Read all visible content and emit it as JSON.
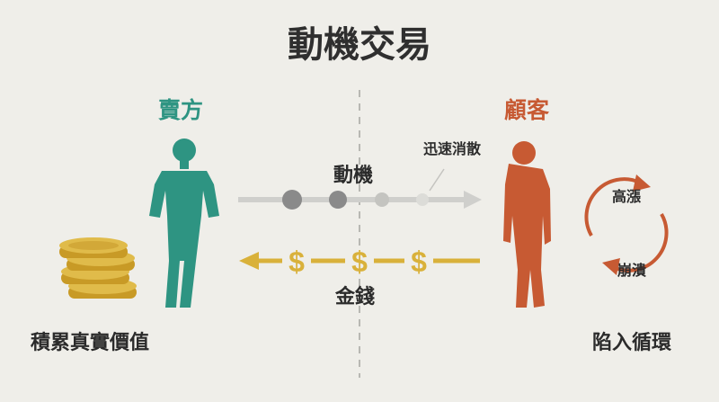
{
  "title": "動機交易",
  "seller": {
    "label": "賣方"
  },
  "customer": {
    "label": "顧客"
  },
  "flows": {
    "motive_label": "動機",
    "dissipate_label": "迅速消散",
    "money_label": "金錢",
    "currency_symbol": "$"
  },
  "seller_outcome": "積累真實價值",
  "cycle": {
    "surge": "高漲",
    "crash": "崩潰",
    "trap": "陷入循環"
  },
  "colors": {
    "background": "#efeee9",
    "seller": "#2e9482",
    "customer": "#c75a33",
    "gold": "#d9b13a",
    "motive_gray": "#8a8a8a"
  }
}
